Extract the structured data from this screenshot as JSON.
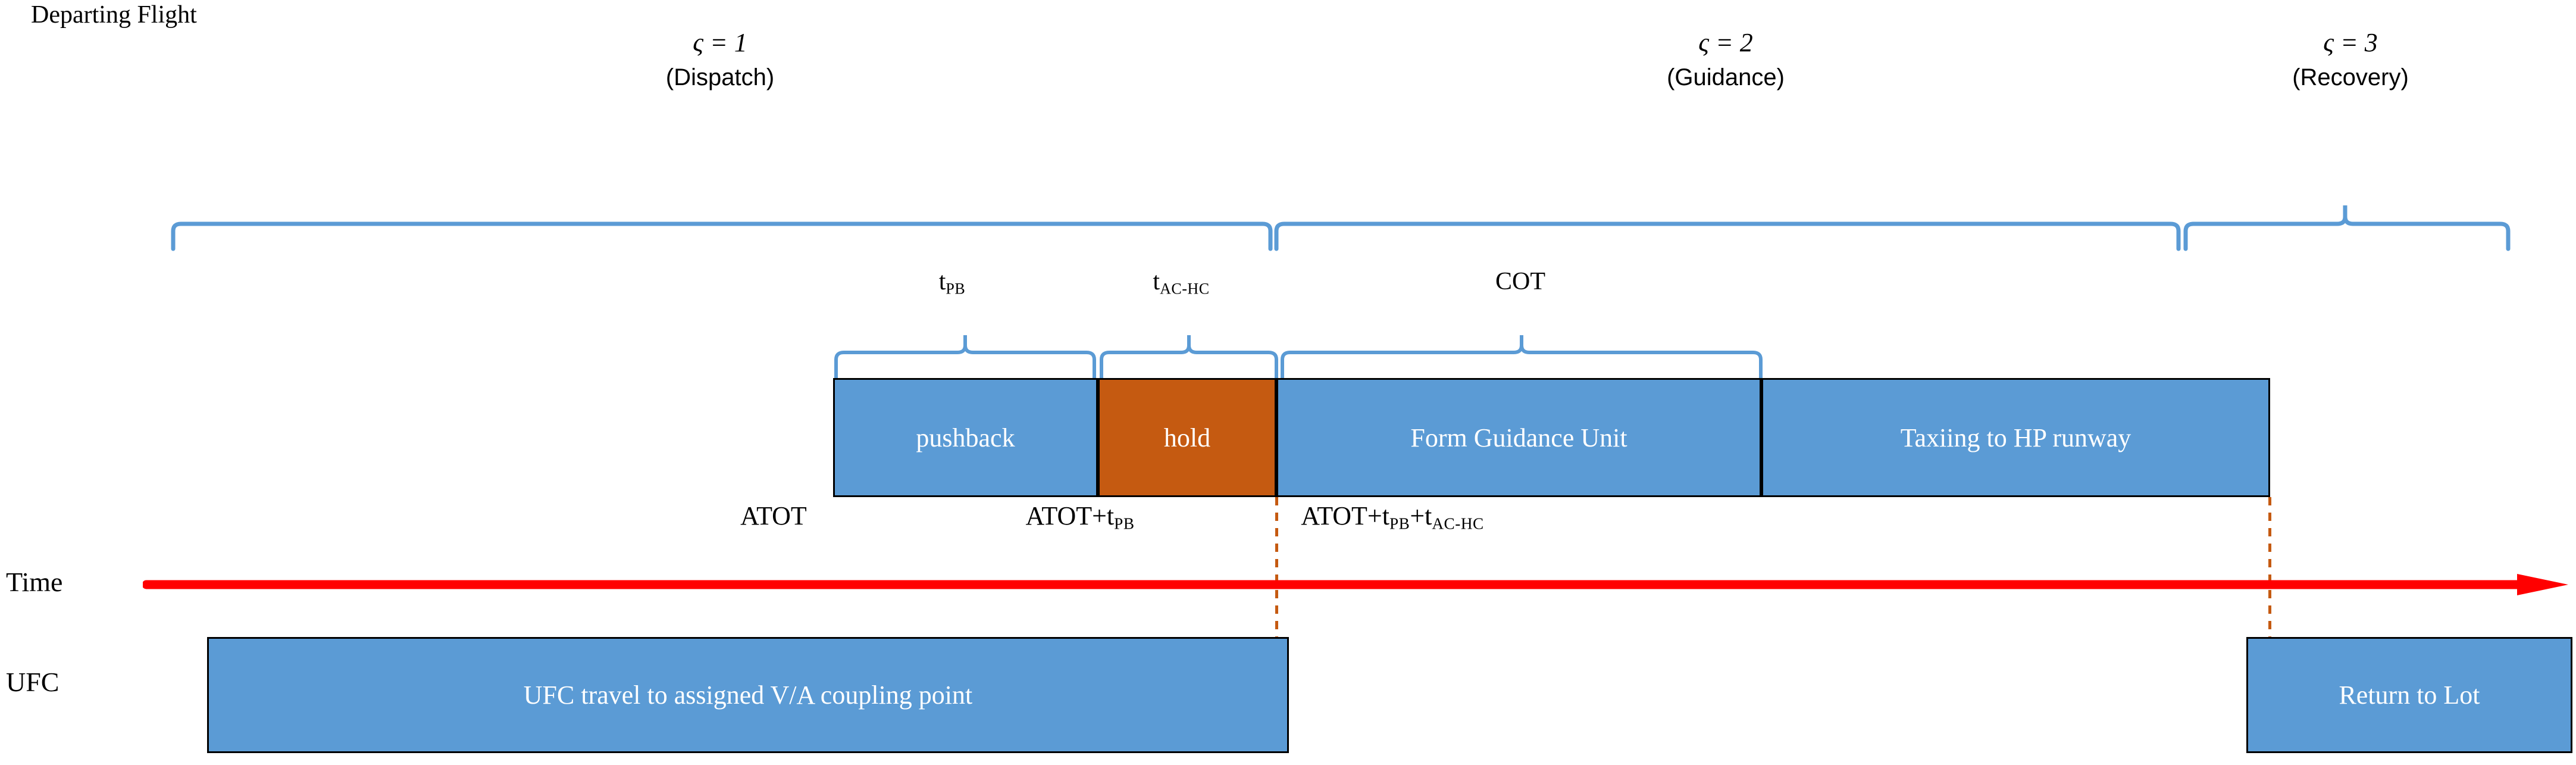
{
  "diagram": {
    "title": "Departing Flight",
    "colors": {
      "process_blue": "#5B9BD5",
      "hold_orange": "#C55A11",
      "brace_blue": "#5B9BD5",
      "time_arrow_red": "#FF0000",
      "box_border": "#000000",
      "text_dark": "#000000",
      "box_text": "#FFFFFF"
    },
    "phases": [
      {
        "symbol": "ς = 1",
        "name": "(Dispatch)"
      },
      {
        "symbol": "ς = 2",
        "name": "(Guidance)"
      },
      {
        "symbol": "ς = 3",
        "name": "(Recovery)"
      }
    ],
    "duration_labels": [
      {
        "main": "t",
        "subscript": "PB"
      },
      {
        "main": "t",
        "subscript": "AC-HC"
      },
      {
        "main": "COT",
        "subscript": ""
      }
    ],
    "activity_blocks": [
      {
        "label": "pushback",
        "color": "blue"
      },
      {
        "label": "hold",
        "color": "orange"
      },
      {
        "label": "Form Guidance Unit",
        "color": "blue"
      },
      {
        "label": "Taxiing to HP runway",
        "color": "blue"
      }
    ],
    "time_marks": [
      {
        "text": "ATOT"
      },
      {
        "text": "ATOT+t",
        "subscript": "PB"
      },
      {
        "text": "ATOT+t",
        "subscript": "PB",
        "text2": "+t",
        "subscript2": "AC-HC"
      }
    ],
    "axis_labels": {
      "time": "Time",
      "ufc": "UFC"
    },
    "ufc_blocks": [
      {
        "label": "UFC travel to assigned V/A coupling point"
      },
      {
        "label": "Return to Lot"
      }
    ]
  }
}
